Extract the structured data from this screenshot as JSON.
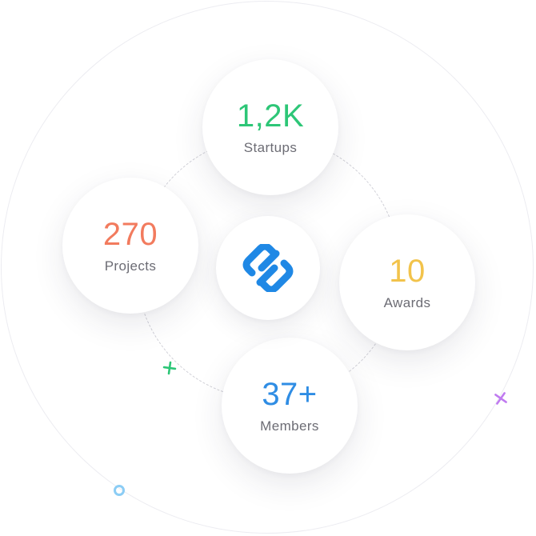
{
  "colors": {
    "startups": "#2dc677",
    "projects": "#f27b5e",
    "awards": "#f2c34b",
    "members": "#2f8de4",
    "logo": "#1f88e5",
    "cross_green": "#2dc677",
    "cross_purple": "#c07bf0",
    "dot_blue": "#8ccdf5"
  },
  "stats": [
    {
      "id": "startups",
      "value": "1,2K",
      "label": "Startups"
    },
    {
      "id": "projects",
      "value": "270",
      "label": "Projects"
    },
    {
      "id": "awards",
      "value": "10",
      "label": "Awards"
    },
    {
      "id": "members",
      "value": "37+",
      "label": "Members"
    }
  ],
  "center": {
    "icon": "link-logo-icon"
  },
  "decorations": [
    "plus-green-icon",
    "plus-purple-icon",
    "circle-blue-icon"
  ]
}
